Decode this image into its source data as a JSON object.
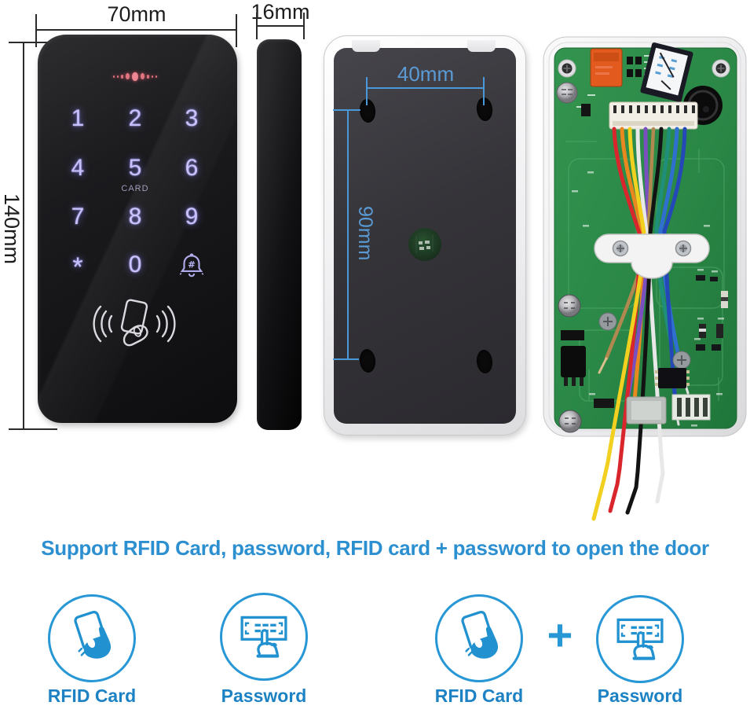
{
  "dimensions": {
    "front_width": "70mm",
    "front_height": "140mm",
    "side_thickness": "16mm",
    "back_hole_spacing_horizontal": "40mm",
    "back_hole_spacing_vertical": "90mm"
  },
  "front_view": {
    "keys": [
      "1",
      "2",
      "3",
      "4",
      "5",
      "6",
      "7",
      "8",
      "9",
      "*",
      "0"
    ],
    "doorbell_key_icon": "doorbell-bell-icon",
    "card_zone_label": "CARD",
    "led_indicator": "red-led-dots",
    "swipe_icon": "card-swipe-icon"
  },
  "headline": "Support RFID Card, password, RFID card + password to open the door",
  "features": [
    {
      "label": "RFID Card",
      "icon": "rfid-card-icon"
    },
    {
      "label": "Password",
      "icon": "password-keypad-icon"
    },
    {
      "label": "RFID Card",
      "icon": "rfid-card-icon"
    },
    {
      "label": "Password",
      "icon": "password-keypad-icon"
    }
  ],
  "plus_separator": "+",
  "colors": {
    "accent_blue": "#2b8fd0",
    "icon_blue": "#2797d6",
    "dimension_cyan": "#5b9bd5",
    "dimension_black": "#1d1d1d",
    "keypad_glow": "#c7c1ff",
    "led_red": "#e1747f",
    "pcb_green": "#2e8f4e"
  }
}
